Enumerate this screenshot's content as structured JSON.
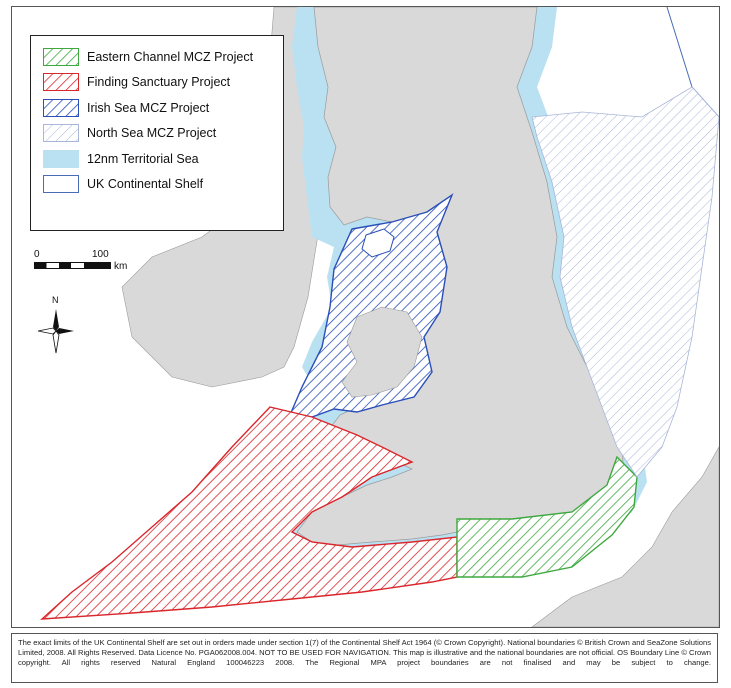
{
  "map": {
    "legend": [
      {
        "label": "Eastern Channel MCZ Project",
        "pattern": "hatch-green",
        "color": "#3ea83e"
      },
      {
        "label": "Finding Sanctuary Project",
        "pattern": "hatch-red",
        "color": "#d9262b"
      },
      {
        "label": "Irish Sea MCZ Project",
        "pattern": "hatch-blue",
        "color": "#2a4fb8"
      },
      {
        "label": "North Sea MCZ Project",
        "pattern": "hatch-lightblue",
        "color": "#a9b6d8"
      },
      {
        "label": "12nm Territorial Sea",
        "pattern": "solid",
        "color": "#b9e1f2"
      },
      {
        "label": "UK Continental Shelf",
        "pattern": "outline",
        "color": "#ffffff"
      }
    ],
    "scale": {
      "start": "0",
      "end": "100",
      "unit": "km"
    },
    "north_label": "N",
    "colors": {
      "land": "#d9d9d9",
      "territorial_sea": "#b9e1f2",
      "sea": "#ffffff",
      "boundary": "#4a6bb5"
    },
    "footer": "The exact limits of the UK Continental Shelf are set out in orders made under section 1(7) of the Continental Shelf Act 1964 (© Crown Copyright). National boundaries © British Crown and SeaZone Solutions Limited, 2008. All Rights Reserved. Data Licence No. PGA062008.004. NOT TO BE USED FOR NAVIGATION. This map is illustrative and the national boundaries are not official. OS Boundary Line © Crown copyright. All rights reserved Natural England 100046223 2008. The Regional MPA project boundaries are not finalised and may be subject to change."
  }
}
